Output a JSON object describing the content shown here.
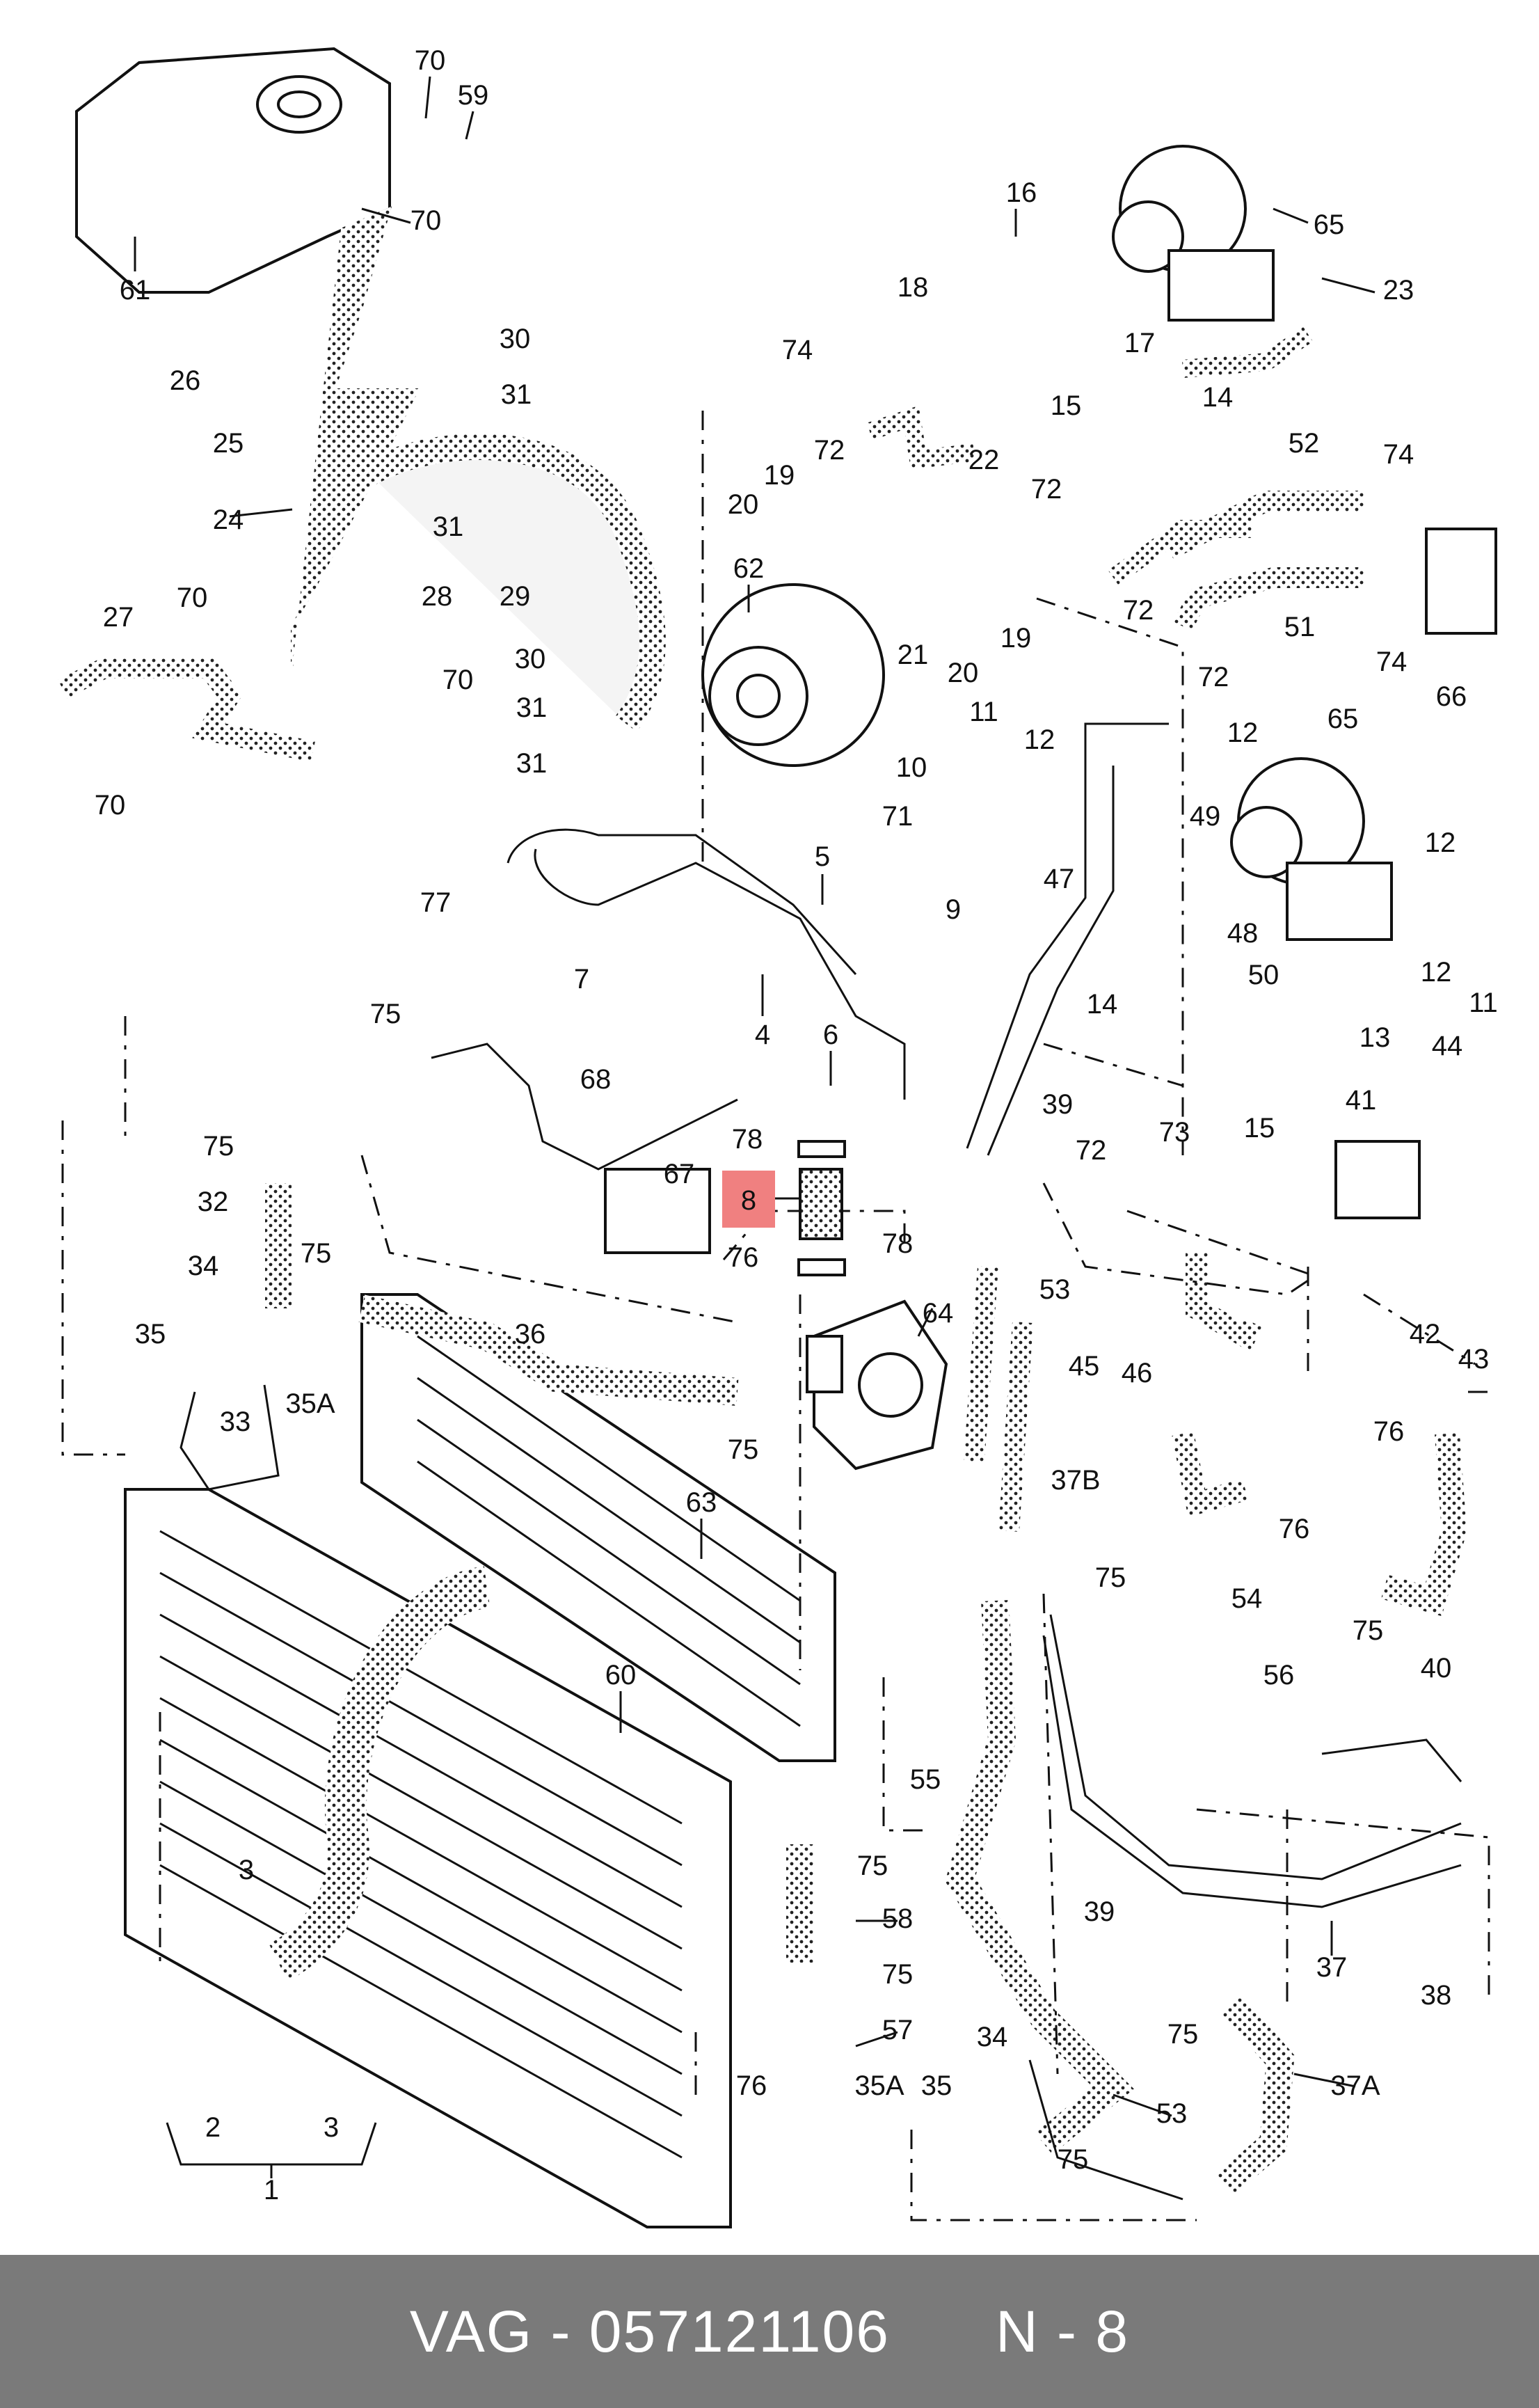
{
  "diagram": {
    "highlight_color": "#f08080",
    "highlighted_part": "8",
    "callouts": [
      "1",
      "2",
      "3",
      "4",
      "5",
      "6",
      "7",
      "8",
      "9",
      "10",
      "11",
      "12",
      "13",
      "14",
      "15",
      "16",
      "17",
      "19",
      "20",
      "21",
      "22",
      "23",
      "24",
      "25",
      "26",
      "27",
      "28",
      "29",
      "30",
      "31",
      "32",
      "33",
      "34",
      "35",
      "35A",
      "36",
      "37",
      "37A",
      "37B",
      "38",
      "39",
      "40",
      "41",
      "42",
      "43",
      "44",
      "45",
      "46",
      "47",
      "48",
      "49",
      "50",
      "51",
      "52",
      "53",
      "54",
      "55",
      "56",
      "57",
      "58",
      "59",
      "60",
      "61",
      "62",
      "63",
      "64",
      "65",
      "66",
      "67",
      "68",
      "70",
      "71",
      "72",
      "73",
      "74",
      "75",
      "76",
      "77",
      "78",
      "18"
    ]
  },
  "footer": {
    "brand": "VAG",
    "separator": "-",
    "part_number": "057121106",
    "position_prefix": "N",
    "position_number": "8",
    "background": "#7a7a7a"
  }
}
